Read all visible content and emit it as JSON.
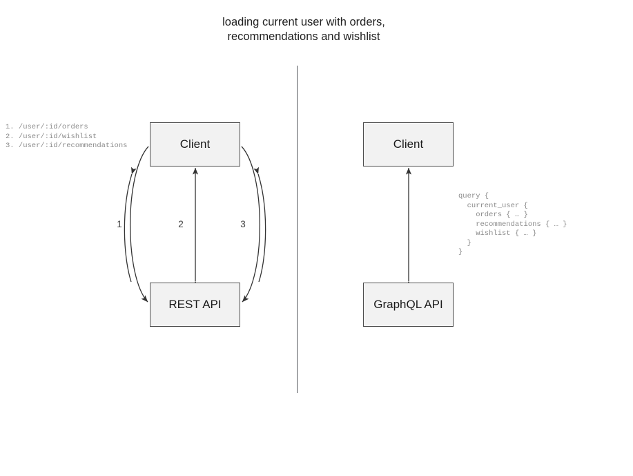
{
  "title": "loading current user with orders,\nrecommendations and wishlist",
  "divider": {
    "name": "vertical-divider"
  },
  "rest_side": {
    "client_label": "Client",
    "api_label": "REST API",
    "endpoints": "1. /user/:id/orders\n2. /user/:id/wishlist\n3. /user/:id/recommendations",
    "edges": [
      {
        "label": "1",
        "shape": "curve-left"
      },
      {
        "label": "2",
        "shape": "straight"
      },
      {
        "label": "3",
        "shape": "curve-right"
      }
    ]
  },
  "graphql_side": {
    "client_label": "Client",
    "api_label": "GraphQL API",
    "query": "query {\n  current_user {\n    orders { … }\n    recommendations { … }\n    wishlist { … }\n  }\n}",
    "edges": [
      {
        "label": "",
        "shape": "straight"
      }
    ]
  },
  "colors": {
    "background": "#ffffff",
    "node_fill": "#f2f2f2",
    "node_border": "#4d4d4d",
    "stroke": "#333333",
    "divider": "#55585c",
    "title_text": "#1f1f1f",
    "code_text": "#8c8c8c",
    "edge_label_text": "#3c3c3c"
  }
}
